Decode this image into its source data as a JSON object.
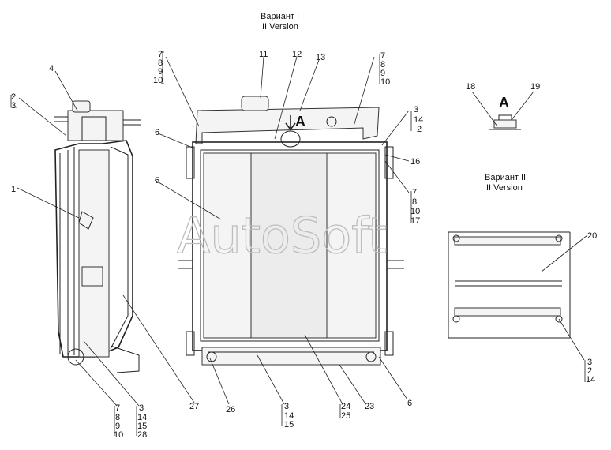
{
  "captions": {
    "variant1_ru": "Вариант I",
    "variant1_en": "II Version",
    "variant2_ru": "Вариант II",
    "variant2_en": "II Version",
    "view_a": "A",
    "arrow_a": "A"
  },
  "watermark": "AutoSoft",
  "callouts": {
    "c1": "1",
    "c2a": "2",
    "c3a": "3",
    "c4": "4",
    "c5": "5",
    "c6a": "6",
    "c7a": "7",
    "c8a": "8",
    "c9a": "9",
    "c10a": "10",
    "c11": "11",
    "c12": "12",
    "c13": "13",
    "c7b": "7",
    "c8b": "8",
    "c9b": "9",
    "c10b": "10",
    "c3b": "3",
    "c14b": "14",
    "c2b": "2",
    "c16": "16",
    "c7c": "7",
    "c8c": "8",
    "c10c": "10",
    "c17": "17",
    "c18": "18",
    "c19": "19",
    "c20": "20",
    "c3c": "3",
    "c2c": "2",
    "c14c": "14",
    "c6b": "6",
    "c23": "23",
    "c24": "24",
    "c25": "25",
    "c26": "26",
    "c27": "27",
    "c3d": "3",
    "c14d": "14",
    "c15d": "15",
    "c7e": "7",
    "c8e": "8",
    "c9e": "9",
    "c10e": "10",
    "c3e": "3",
    "c14e": "14",
    "c15e": "15",
    "c28": "28"
  }
}
